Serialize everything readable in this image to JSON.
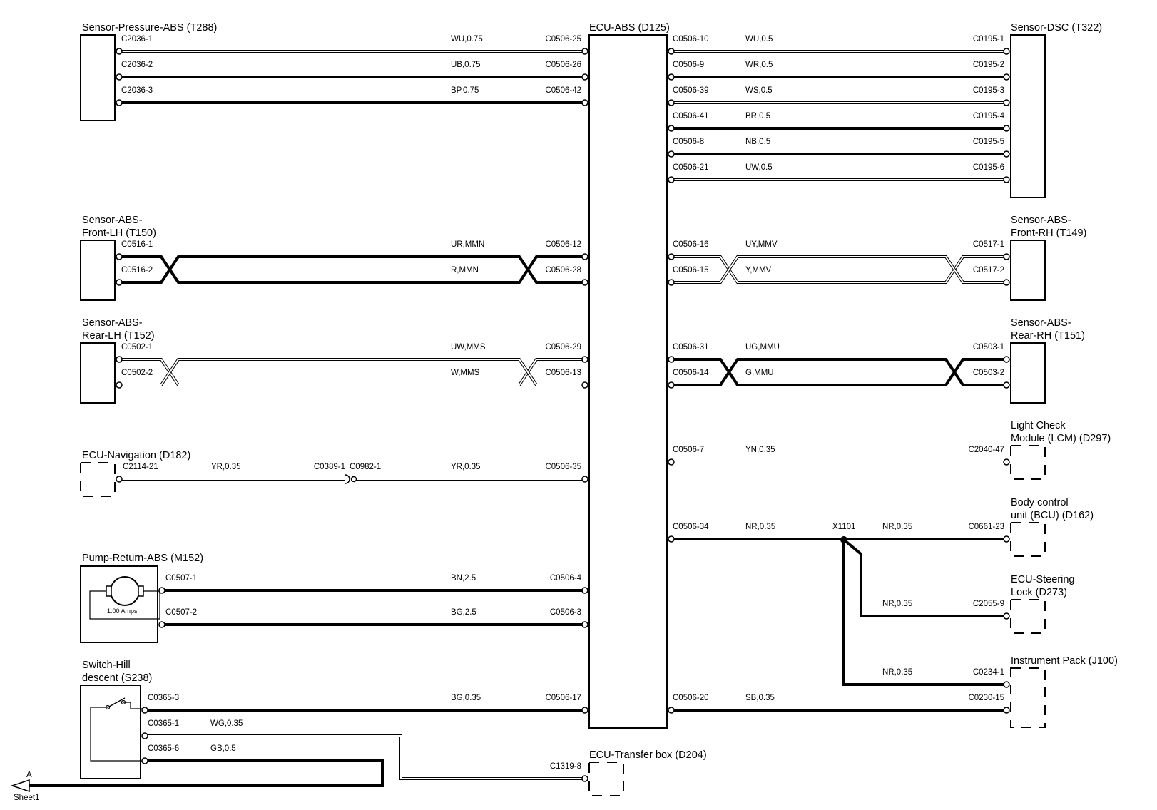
{
  "components": {
    "sensor_pressure_abs": "Sensor-Pressure-ABS (T288)",
    "ecu_abs": "ECU-ABS (D125)",
    "sensor_dsc": "Sensor-DSC (T322)",
    "sensor_abs_front_lh_1": "Sensor-ABS-",
    "sensor_abs_front_lh_2": "Front-LH (T150)",
    "sensor_abs_front_rh_1": "Sensor-ABS-",
    "sensor_abs_front_rh_2": "Front-RH (T149)",
    "sensor_abs_rear_lh_1": "Sensor-ABS-",
    "sensor_abs_rear_lh_2": "Rear-LH (T152)",
    "sensor_abs_rear_rh_1": "Sensor-ABS-",
    "sensor_abs_rear_rh_2": "Rear-RH (T151)",
    "ecu_navigation": "ECU-Navigation (D182)",
    "light_check_1": "Light Check",
    "light_check_2": "Module (LCM) (D297)",
    "bcu_1": "Body control",
    "bcu_2": "unit (BCU) (D162)",
    "ecu_steering_1": "ECU-Steering",
    "ecu_steering_2": "Lock (D273)",
    "pump_return_abs": "Pump-Return-ABS (M152)",
    "pump_rating": "1.00 Amps",
    "instrument_pack": "Instrument Pack (J100)",
    "switch_hill_1": "Switch-Hill",
    "switch_hill_2": "descent (S238)",
    "ecu_transfer_box": "ECU-Transfer box (D204)",
    "splice": "X1101",
    "offsheet_letter": "A",
    "offsheet_sheet": "Sheet1"
  },
  "wires": {
    "p1": {
      "from_pin": "C2036-1",
      "color": "WU,0.75",
      "to_pin": "C0506-25"
    },
    "p2": {
      "from_pin": "C2036-2",
      "color": "UB,0.75",
      "to_pin": "C0506-26"
    },
    "p3": {
      "from_pin": "C2036-3",
      "color": "BP,0.75",
      "to_pin": "C0506-42"
    },
    "d1": {
      "from_pin": "C0506-10",
      "color": "WU,0.5",
      "to_pin": "C0195-1"
    },
    "d2": {
      "from_pin": "C0506-9",
      "color": "WR,0.5",
      "to_pin": "C0195-2"
    },
    "d3": {
      "from_pin": "C0506-39",
      "color": "WS,0.5",
      "to_pin": "C0195-3"
    },
    "d4": {
      "from_pin": "C0506-41",
      "color": "BR,0.5",
      "to_pin": "C0195-4"
    },
    "d5": {
      "from_pin": "C0506-8",
      "color": "NB,0.5",
      "to_pin": "C0195-5"
    },
    "d6": {
      "from_pin": "C0506-21",
      "color": "UW,0.5",
      "to_pin": "C0195-6"
    },
    "flh1": {
      "from_pin": "C0516-1",
      "color": "UR,MMN",
      "to_pin": "C0506-12"
    },
    "flh2": {
      "from_pin": "C0516-2",
      "color": "R,MMN",
      "to_pin": "C0506-28"
    },
    "frh1": {
      "from_pin": "C0506-16",
      "color": "UY,MMV",
      "to_pin": "C0517-1"
    },
    "frh2": {
      "from_pin": "C0506-15",
      "color": "Y,MMV",
      "to_pin": "C0517-2"
    },
    "rlh1": {
      "from_pin": "C0502-1",
      "color": "UW,MMS",
      "to_pin": "C0506-29"
    },
    "rlh2": {
      "from_pin": "C0502-2",
      "color": "W,MMS",
      "to_pin": "C0506-13"
    },
    "rrh1": {
      "from_pin": "C0506-31",
      "color": "UG,MMU",
      "to_pin": "C0503-1"
    },
    "rrh2": {
      "from_pin": "C0506-14",
      "color": "G,MMU",
      "to_pin": "C0503-2"
    },
    "nav": {
      "from_pin": "C2114-21",
      "color_a": "YR,0.35",
      "inline_a": "C0389-1",
      "inline_b": "C0982-1",
      "color_b": "YR,0.35",
      "to_pin": "C0506-35"
    },
    "lcm": {
      "from_pin": "C0506-7",
      "color": "YN,0.35",
      "to_pin": "C2040-47"
    },
    "bcu": {
      "from_pin": "C0506-34",
      "color_a": "NR,0.35",
      "color_b": "NR,0.35",
      "to_pin": "C0661-23"
    },
    "steer": {
      "color": "NR,0.35",
      "to_pin": "C2055-9"
    },
    "inst1": {
      "color": "NR,0.35",
      "to_pin": "C0234-1"
    },
    "inst2": {
      "from_pin": "C0506-20",
      "color": "SB,0.35",
      "to_pin": "C0230-15"
    },
    "pump1": {
      "from_pin": "C0507-1",
      "color": "BN,2.5",
      "to_pin": "C0506-4"
    },
    "pump2": {
      "from_pin": "C0507-2",
      "color": "BG,2.5",
      "to_pin": "C0506-3"
    },
    "sw3": {
      "from_pin": "C0365-3",
      "color": "BG,0.35",
      "to_pin": "C0506-17"
    },
    "sw1": {
      "from_pin": "C0365-1",
      "color": "WG,0.35",
      "to_pin": "C1319-8"
    },
    "sw6": {
      "from_pin": "C0365-6",
      "color": "GB,0.5"
    }
  }
}
